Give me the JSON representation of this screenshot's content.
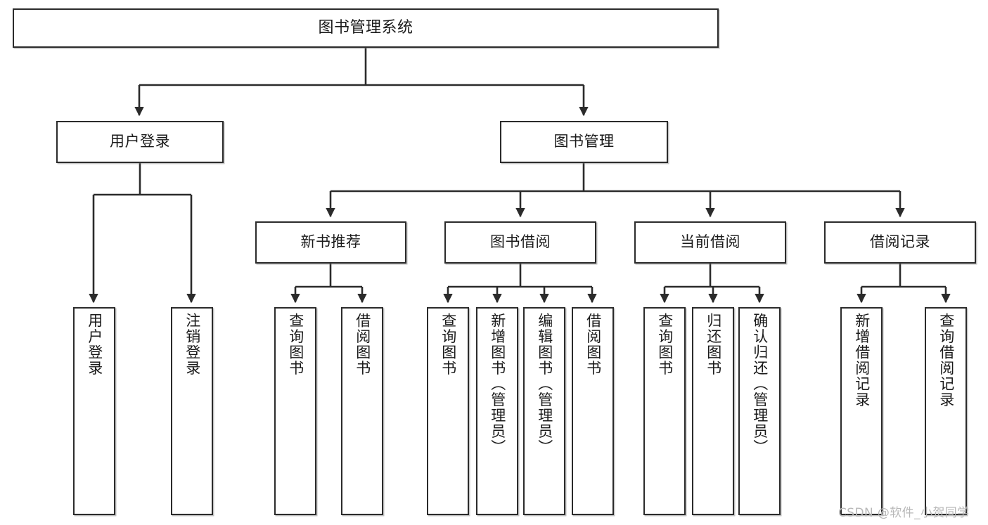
{
  "diagram": {
    "title": "图书管理系统",
    "type": "tree-hierarchy-diagram",
    "colors": {
      "box_border": "#2b2b2b",
      "box_fill": "#ffffff",
      "edge": "#2b2b2b",
      "background": "#ffffff",
      "watermark": "#b8b8b8"
    },
    "root": {
      "label": "图书管理系统"
    },
    "level1": [
      {
        "label": "用户登录"
      },
      {
        "label": "图书管理"
      }
    ],
    "level2": [
      {
        "label": "新书推荐"
      },
      {
        "label": "图书借阅"
      },
      {
        "label": "当前借阅"
      },
      {
        "label": "借阅记录"
      }
    ],
    "leaves": {
      "user_login": [
        {
          "label": "用户登录"
        },
        {
          "label": "注销登录"
        }
      ],
      "new_book_recommend": [
        {
          "label": "查询图书"
        },
        {
          "label": "借阅图书"
        }
      ],
      "book_borrow": [
        {
          "label": "查询图书"
        },
        {
          "label": "新增图书（管理员）"
        },
        {
          "label": "编辑图书（管理员）"
        },
        {
          "label": "借阅图书"
        }
      ],
      "current_borrow": [
        {
          "label": "查询图书"
        },
        {
          "label": "归还图书"
        },
        {
          "label": "确认归还（管理员）"
        }
      ],
      "borrow_record": [
        {
          "label": "新增借阅记录"
        },
        {
          "label": "查询借阅记录"
        }
      ]
    }
  },
  "watermark": {
    "text": "CSDN @软件_小贺同学"
  }
}
